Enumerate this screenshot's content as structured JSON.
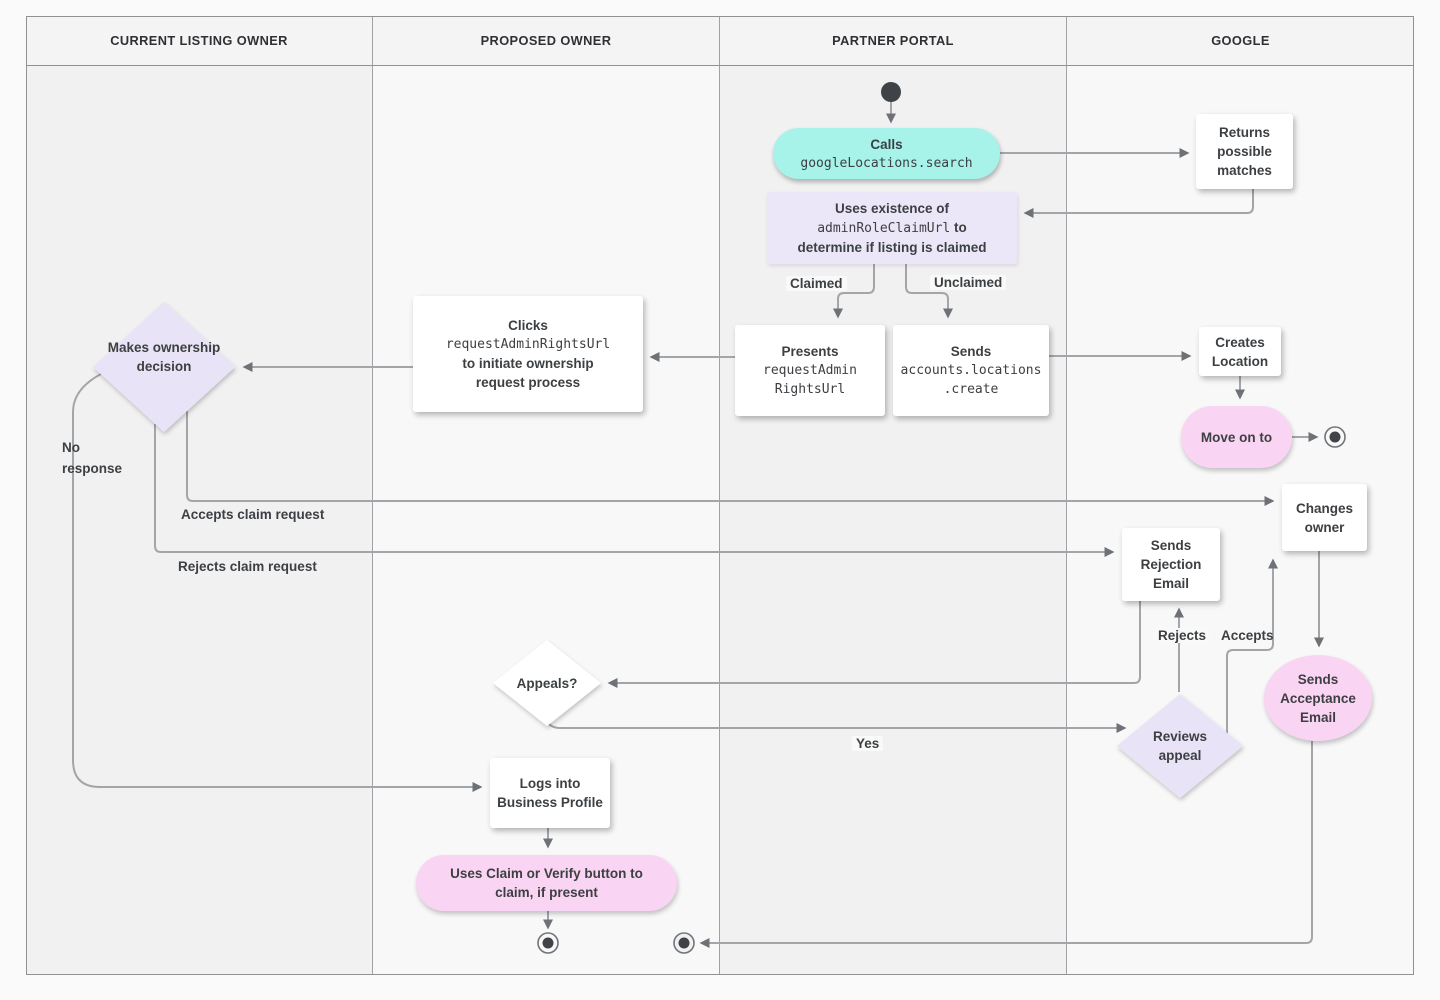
{
  "lanes": [
    {
      "title": "CURRENT LISTING OWNER"
    },
    {
      "title": "PROPOSED OWNER"
    },
    {
      "title": "PARTNER PORTAL"
    },
    {
      "title": "GOOGLE"
    }
  ],
  "nodes": {
    "calls": {
      "title": "Calls",
      "code": "googleLocations.search"
    },
    "returns_matches": {
      "label": "Returns possible matches"
    },
    "uses_existence": {
      "line1": "Uses existence of",
      "code": "adminRoleClaimUrl",
      "line1_suffix": "to",
      "line2": "determine if listing is claimed"
    },
    "presents": {
      "title": "Presents",
      "code_line1": "requestAdmin",
      "code_line2": "RightsUrl"
    },
    "sends_create": {
      "title": "Sends",
      "code_line1": "accounts.locations",
      "code_line2": ".create"
    },
    "clicks": {
      "title": "Clicks",
      "code": "requestAdminRightsUrl",
      "line2": "to initiate ownership",
      "line3": "request process"
    },
    "makes_decision": {
      "label": "Makes ownership decision"
    },
    "creates_location": {
      "label": "Creates Location"
    },
    "move_on": {
      "label": "Move on to"
    },
    "changes_owner": {
      "label": "Changes owner"
    },
    "sends_rejection": {
      "label": "Sends Rejection Email"
    },
    "sends_acceptance": {
      "label": "Sends Acceptance Email"
    },
    "reviews_appeal": {
      "label": "Reviews appeal"
    },
    "appeals": {
      "label": "Appeals?"
    },
    "logs_in": {
      "label": "Logs into Business Profile"
    },
    "uses_claim": {
      "label": "Uses Claim or Verify button to claim, if present"
    }
  },
  "edge_labels": {
    "claimed": "Claimed",
    "unclaimed": "Unclaimed",
    "accepts_claim": "Accepts claim request",
    "rejects_claim": "Rejects claim request",
    "no_response": "No response",
    "yes": "Yes",
    "rejects": "Rejects",
    "accepts": "Accepts"
  },
  "colors": {
    "teal": "#a7f2e9",
    "lavender": "#ebe7f8",
    "pink": "#fad5f3",
    "line": "#a3a6a9",
    "arrow": "#6e7276",
    "text": "#3d4043"
  }
}
